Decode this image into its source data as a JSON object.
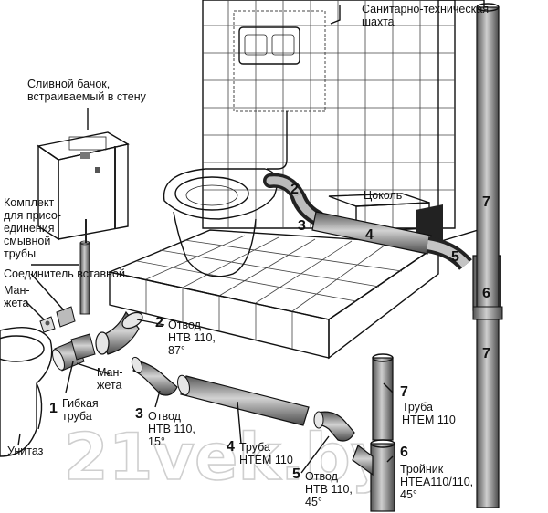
{
  "watermark": "21vek.by",
  "labels": {
    "shaft": [
      "Санитарно-техническая",
      "шахта"
    ],
    "cistern": [
      "Сливной бачок,",
      "встраиваемый в стену"
    ],
    "kit": [
      "Комплект",
      "для присо-",
      "единения",
      "смывной",
      "трубы"
    ],
    "connector": "Соединитель вставной",
    "cuff_left": [
      "Ман-",
      "жета"
    ],
    "cuff_mid": [
      "Ман-",
      "жета"
    ],
    "socle": "Цоколь",
    "toilet": "Унитаз"
  },
  "parts": [
    {
      "num": "1",
      "lines": [
        "Гибкая",
        "труба"
      ]
    },
    {
      "num": "2",
      "lines": [
        "Отвод",
        "НТВ 110,",
        "87°"
      ]
    },
    {
      "num": "3",
      "lines": [
        "Отвод",
        "НТВ 110,",
        "15°"
      ]
    },
    {
      "num": "4",
      "lines": [
        "Труба",
        "НТЕМ 110"
      ]
    },
    {
      "num": "5",
      "lines": [
        "Отвод",
        "НТВ 110,",
        "45°"
      ]
    },
    {
      "num": "6",
      "lines": [
        "Тройник",
        "НТЕА110/110,",
        "45°"
      ]
    },
    {
      "num": "7",
      "lines": [
        "Труба",
        "НТЕМ 110"
      ]
    }
  ],
  "scene_numbers": [
    "2",
    "3",
    "4",
    "5",
    "6",
    "7",
    "7"
  ]
}
